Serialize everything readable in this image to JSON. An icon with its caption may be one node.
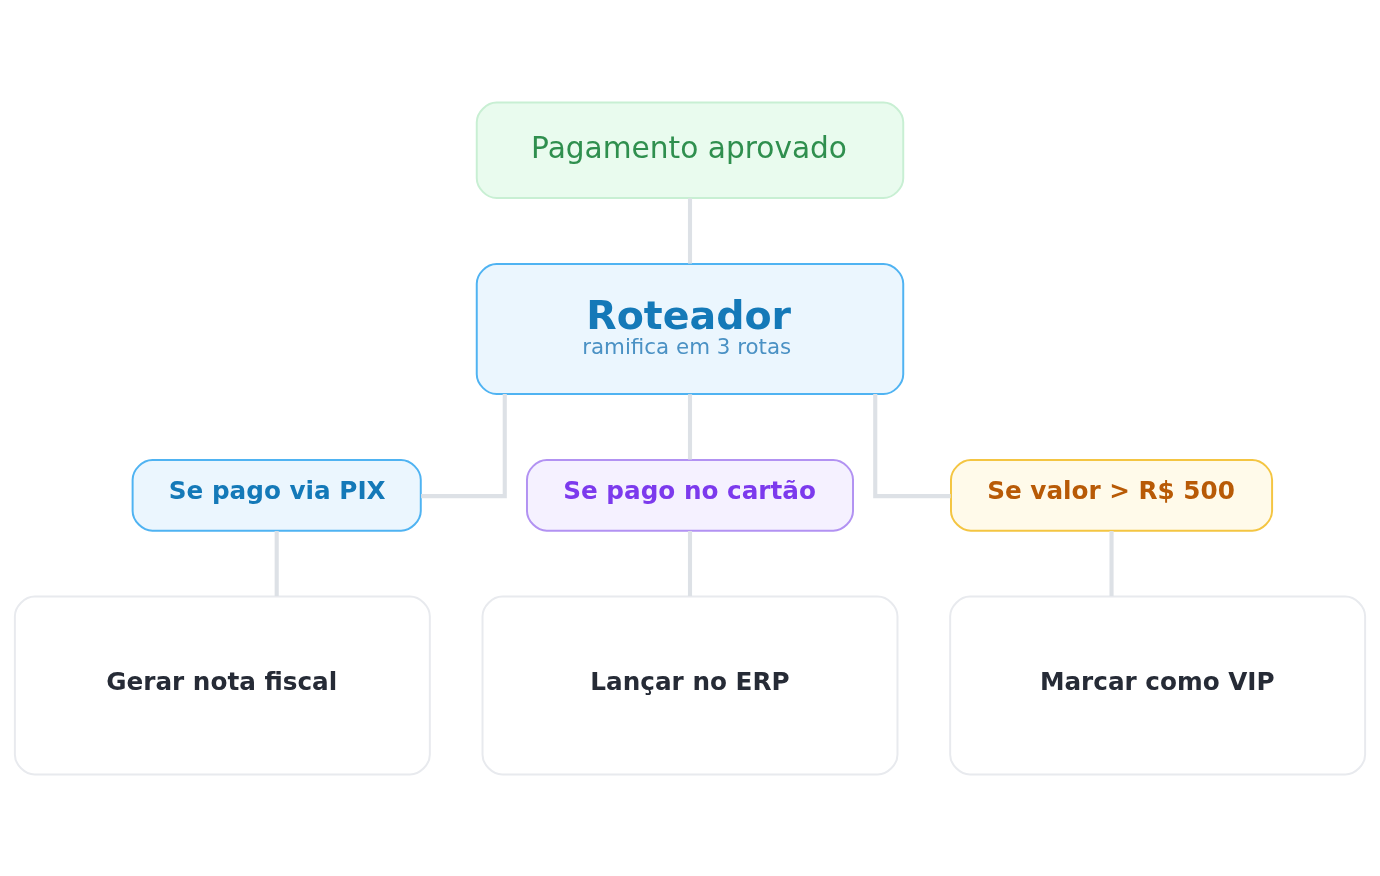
{
  "diagram": {
    "nodes": [
      {
        "text": [
          "Pagamento aprovado"
        ]
      },
      {
        "text": [
          "Roteador",
          "ramifica em 3 rotas"
        ]
      },
      {
        "text": [
          "Se pago via PIX"
        ]
      },
      {
        "text": [
          "Se pago no cartão"
        ]
      },
      {
        "text": [
          "Se valor > R$ 500"
        ]
      },
      {
        "text": [
          "Gerar nota fiscal"
        ]
      },
      {
        "text": [
          "Lançar no ERP"
        ]
      },
      {
        "text": [
          "Marcar como VIP"
        ]
      }
    ],
    "edges": [
      {
        "from": 0,
        "to": 1,
        "arrow": "none"
      },
      {
        "from": 1,
        "to": 2,
        "arrow": "none"
      },
      {
        "from": 1,
        "to": 3,
        "arrow": "none"
      },
      {
        "from": 1,
        "to": 4,
        "arrow": "none"
      },
      {
        "from": 2,
        "to": 5,
        "arrow": "none"
      },
      {
        "from": 3,
        "to": 6,
        "arrow": "none"
      },
      {
        "from": 4,
        "to": 7,
        "arrow": "none"
      }
    ]
  }
}
